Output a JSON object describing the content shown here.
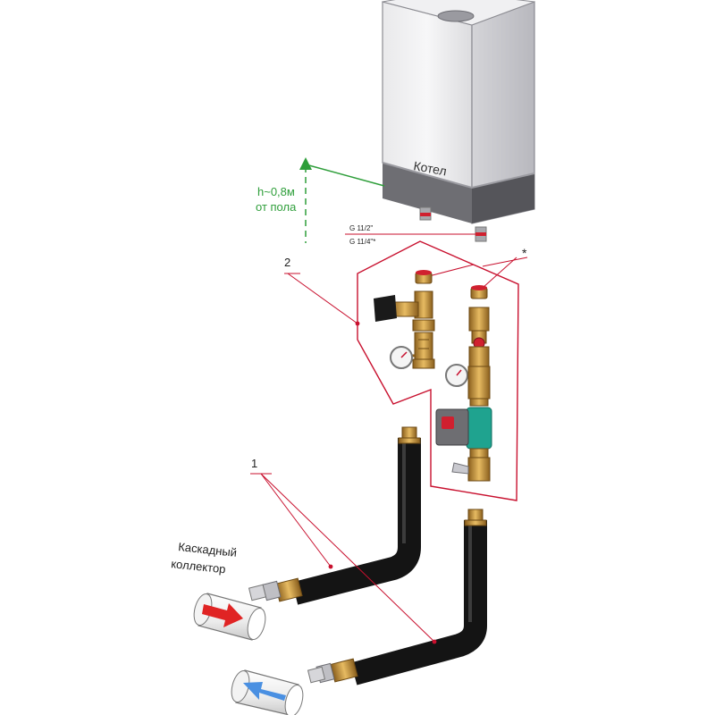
{
  "boiler": {
    "label": "Котел"
  },
  "height_note": {
    "line1": "h~0,8м",
    "line2": "от пола"
  },
  "threads": {
    "supply": "G 11/2\"",
    "return": "G 11/4\"*"
  },
  "callouts": {
    "pipes": "1",
    "group": "2",
    "asterisk": "*"
  },
  "collector": {
    "line1": "Каскадный",
    "line2": "коллектор"
  },
  "colors": {
    "callout_red": "#c8102e",
    "height_green": "#2e9e3a",
    "hot_arrow": "#e02424",
    "cold_arrow": "#4a90e2",
    "insulation": "#1e1e1e",
    "brass": "#c9973a",
    "pump_teal": "#1fa38f"
  }
}
